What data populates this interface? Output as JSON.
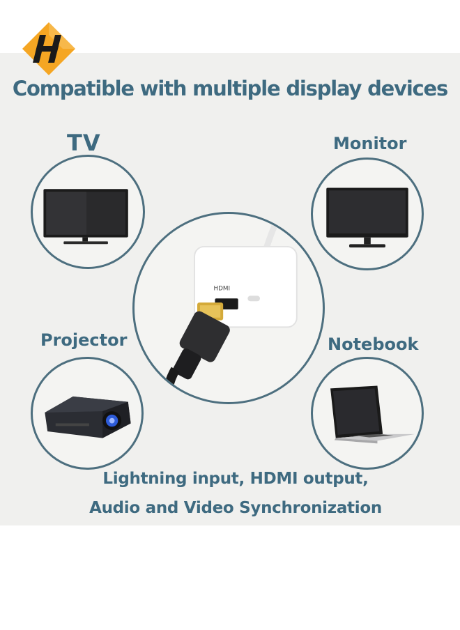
{
  "logo": {
    "letter": "H",
    "colors": {
      "badge": "#f5a623",
      "letter": "#1a1a1a"
    }
  },
  "headline": "Compatible with multiple display devices",
  "devices": {
    "tv": {
      "label": "TV",
      "icon": "tv-icon"
    },
    "monitor": {
      "label": "Monitor",
      "icon": "monitor-icon"
    },
    "projector": {
      "label": "Projector",
      "icon": "projector-icon"
    },
    "notebook": {
      "label": "Notebook",
      "icon": "laptop-icon"
    }
  },
  "adapter": {
    "port_label": "HDMI",
    "icon": "hdmi-adapter-icon"
  },
  "footer": {
    "line1": "Lightning input, HDMI output,",
    "line2": "Audio and Video Synchronization"
  },
  "colors": {
    "accent": "#3e6a80",
    "circle_border": "#4d6f7f",
    "panel_background": "#f0f0ee"
  }
}
